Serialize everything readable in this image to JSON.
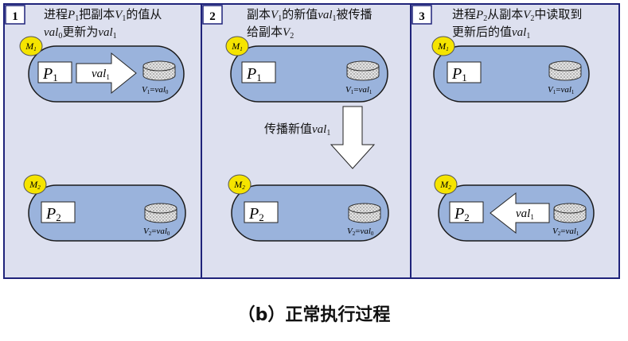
{
  "caption": "（b）正常执行过程",
  "panels": [
    {
      "number": "1",
      "description_parts": [
        "进程",
        "P",
        "1",
        "把副本",
        "V",
        "1",
        "的值从",
        "val",
        "0",
        "更新为",
        "val",
        "1"
      ],
      "machines": {
        "top": {
          "label": "M",
          "sub": "1",
          "process": "P",
          "process_sub": "1",
          "replica": "V",
          "replica_sub": "1",
          "value": "val",
          "value_sub": "0"
        },
        "bottom": {
          "label": "M",
          "sub": "2",
          "process": "P",
          "process_sub": "2",
          "replica": "V",
          "replica_sub": "2",
          "value": "val",
          "value_sub": "0"
        }
      },
      "arrow": {
        "label": "val",
        "sub": "1",
        "direction": "right"
      }
    },
    {
      "number": "2",
      "description_parts": [
        "副本",
        "V",
        "1",
        "的新值",
        "val",
        "1",
        "被传播",
        "给副本",
        "V",
        "2"
      ],
      "machines": {
        "top": {
          "label": "M",
          "sub": "1",
          "process": "P",
          "process_sub": "1",
          "replica": "V",
          "replica_sub": "1",
          "value": "val",
          "value_sub": "1"
        },
        "bottom": {
          "label": "M",
          "sub": "2",
          "process": "P",
          "process_sub": "2",
          "replica": "V",
          "replica_sub": "2",
          "value": "val",
          "value_sub": "0"
        }
      },
      "arrow": {
        "label": "传播新值",
        "value": "val",
        "sub": "1",
        "direction": "down"
      }
    },
    {
      "number": "3",
      "description_parts": [
        "进程",
        "P",
        "2",
        "从副本",
        "V",
        "2",
        "中读取到",
        "更新后的值",
        "val",
        "1"
      ],
      "machines": {
        "top": {
          "label": "M",
          "sub": "1",
          "process": "P",
          "process_sub": "1",
          "replica": "V",
          "replica_sub": "1",
          "value": "val",
          "value_sub": "1"
        },
        "bottom": {
          "label": "M",
          "sub": "2",
          "process": "P",
          "process_sub": "2",
          "replica": "V",
          "replica_sub": "2",
          "value": "val",
          "value_sub": "1"
        }
      },
      "arrow": {
        "label": "val",
        "sub": "1",
        "direction": "left"
      }
    }
  ],
  "colors": {
    "panel_bg": "#dde0ef",
    "panel_border": "#1f237a",
    "machine_fill": "#9ab3dc",
    "machine_border": "#1a1a1a",
    "label_circle": "#f5e400",
    "arrow_fill": "#ffffff"
  },
  "icons": {
    "replica": "database-disk-icon"
  }
}
